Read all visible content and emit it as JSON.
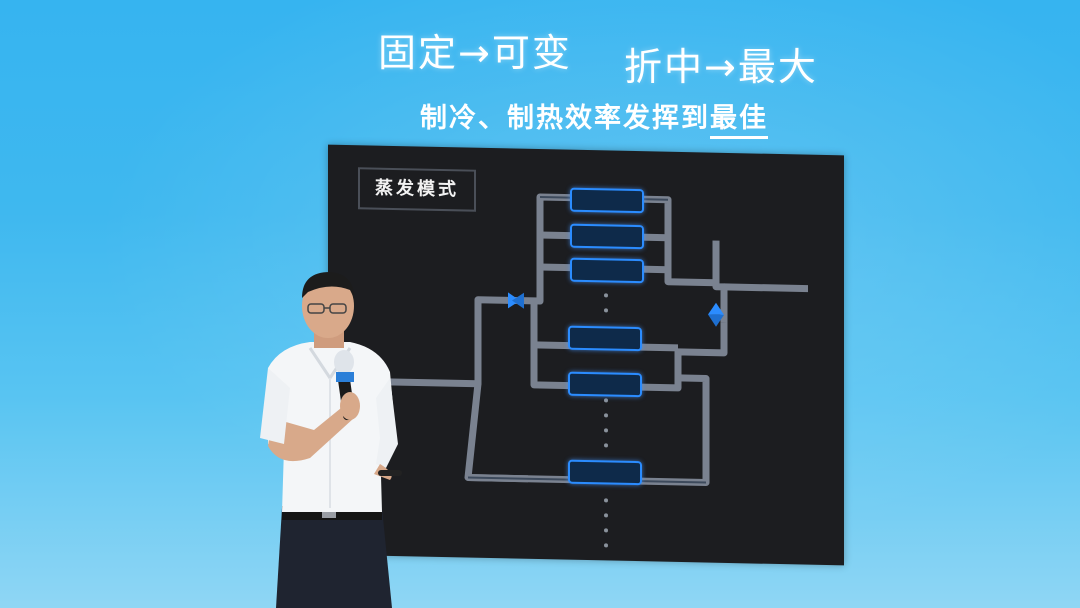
{
  "headline": {
    "left": "固定→可变",
    "right": "折中→最大"
  },
  "subline": {
    "prefix": "制冷、制热效率发挥到",
    "emphasis": "最佳"
  },
  "screen": {
    "mode_label": "蒸发模式"
  },
  "colors": {
    "background": "#3fb8ef",
    "screen": "#1c1d20",
    "pipe": "#7a8290",
    "node_border": "#2b8cff",
    "shirt": "#f4f6f8",
    "trousers": "#1f2430"
  }
}
